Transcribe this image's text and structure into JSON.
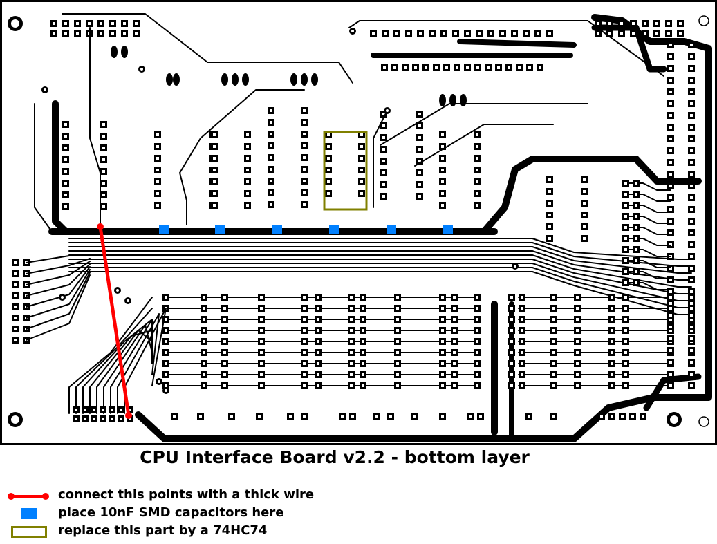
{
  "title": "CPU Interface Board v2.2 - bottom layer",
  "legend": [
    {
      "symbol": "red-wire",
      "label": "connect this points with a thick wire"
    },
    {
      "symbol": "blue-square",
      "label": "place 10nF SMD capacitors here"
    },
    {
      "symbol": "olive-rectangle",
      "label": "replace this part by a 74HC74"
    }
  ],
  "colors": {
    "wire": "#ff0000",
    "capacitor": "#0080ff",
    "replace_box": "#808000",
    "copper": "#000000",
    "background": "#ffffff"
  }
}
